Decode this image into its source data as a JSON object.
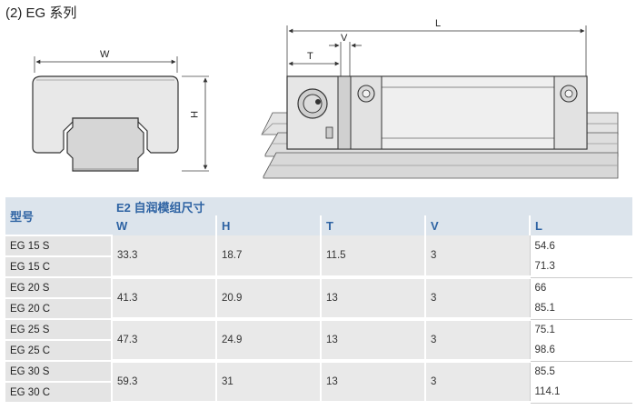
{
  "title": "(2) EG 系列",
  "drawing": {
    "dim_w": "W",
    "dim_h": "H",
    "dim_t": "T",
    "dim_v": "V",
    "dim_l": "L"
  },
  "table": {
    "model_header": "型号",
    "group_header": "E2 自润模组尺寸",
    "columns": [
      "W",
      "H",
      "T",
      "V",
      "L"
    ],
    "groups": [
      {
        "w": "33.3",
        "h": "18.7",
        "t": "11.5",
        "v": "3",
        "rows": [
          {
            "model": "EG 15 S",
            "l": "54.6"
          },
          {
            "model": "EG 15 C",
            "l": "71.3"
          }
        ]
      },
      {
        "w": "41.3",
        "h": "20.9",
        "t": "13",
        "v": "3",
        "rows": [
          {
            "model": "EG 20 S",
            "l": "66"
          },
          {
            "model": "EG 20 C",
            "l": "85.1"
          }
        ]
      },
      {
        "w": "47.3",
        "h": "24.9",
        "t": "13",
        "v": "3",
        "rows": [
          {
            "model": "EG 25 S",
            "l": "75.1"
          },
          {
            "model": "EG 25 C",
            "l": "98.6"
          }
        ]
      },
      {
        "w": "59.3",
        "h": "31",
        "t": "13",
        "v": "3",
        "rows": [
          {
            "model": "EG 30 S",
            "l": "85.5"
          },
          {
            "model": "EG 30 C",
            "l": "114.1"
          }
        ]
      }
    ]
  }
}
